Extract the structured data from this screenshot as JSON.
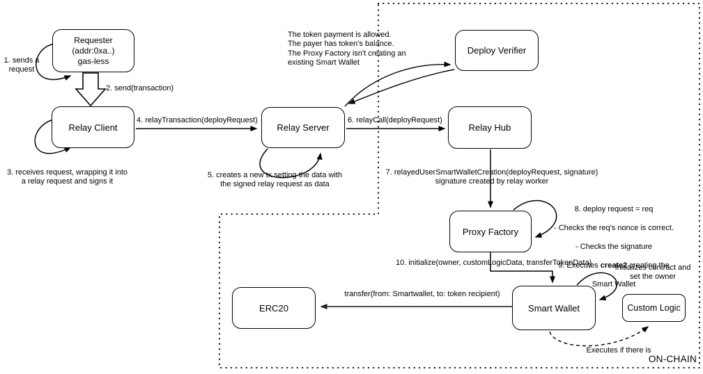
{
  "nodes": {
    "requester": {
      "label": "Requester\n(addr:0xa..)\ngas-less"
    },
    "relay_client": {
      "label": "Relay Client"
    },
    "relay_server": {
      "label": "Relay Server"
    },
    "deploy_verifier": {
      "label": "Deploy Verifier"
    },
    "relay_hub": {
      "label": "Relay Hub"
    },
    "proxy_factory": {
      "label": "Proxy Factory"
    },
    "smart_wallet": {
      "label": "Smart Wallet"
    },
    "erc20": {
      "label": "ERC20"
    },
    "custom_logic": {
      "label": "Custom Logic"
    }
  },
  "labels": {
    "step1": "1. sends a\nrequest",
    "step2": "2. send(transaction)",
    "step3": "3. receives request, wrapping it into\na relay request and signs it",
    "step4": "4. relayTransaction(deployRequest)",
    "step5": "5. creates a new tx setting the data with\nthe signed relay request as data",
    "step6": "6. relayCall(deployRequest)",
    "verifier_note": "The token payment is allowed.\nThe payer has token's balance.\nThe Proxy Factory isn't creating an\nexisting Smart Wallet",
    "step7": "7. relayedUserSmartWalletCreation(deployRequest, signature)\nsignature created by relay worker",
    "step8": {
      "l1": "8. deploy request = req",
      "l2": "- Checks the req's nonce is correct.",
      "l3": "- Checks the signature",
      "l4_pre": "9. Executes ",
      "l4_bold": "create2",
      "l4_post": " creating the",
      "l5": "Smart Wallet"
    },
    "step10": "10. initialize(owner, customLogicData, transferTokenData)",
    "transfer": "transfer(from: Smartwallet, to: token recipient)",
    "custom_logic_note": "Initializes contract and\nset the owner",
    "executes_note": "Executes if there is",
    "onchain": "ON-CHAIN"
  },
  "colors": {
    "stroke": "#000000",
    "transfer_arrow": "#4d4d4d",
    "background": "#ffffff"
  }
}
